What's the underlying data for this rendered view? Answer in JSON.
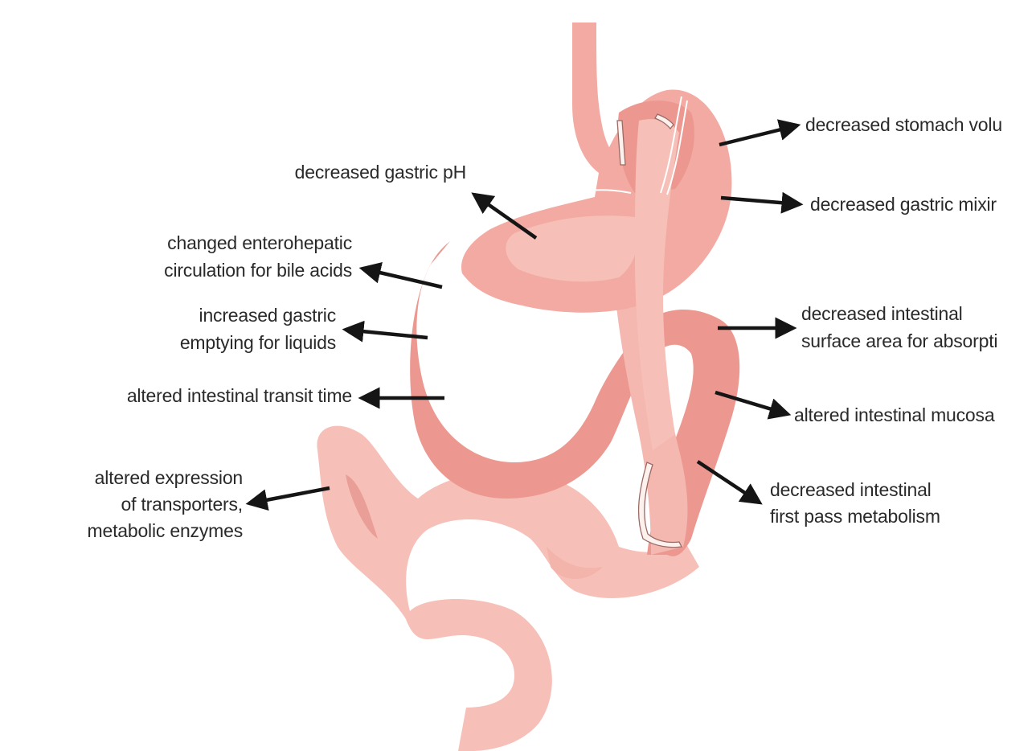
{
  "labels": {
    "stomach_volume": "decreased stomach volu",
    "gastric_mixing": "decreased gastric mixir",
    "gastric_ph": "decreased gastric pH",
    "enterohepatic_1": "changed enterohepatic",
    "enterohepatic_2": "circulation for bile acids",
    "emptying_1": "increased gastric",
    "emptying_2": "emptying for liquids",
    "transit": "altered intestinal transit time",
    "surface_1": "decreased intestinal",
    "surface_2": "surface area for absorpti",
    "mucosa": "altered intestinal mucosa",
    "first_pass_1": "decreased intestinal",
    "first_pass_2": "first pass metabolism",
    "expression_1": "altered expression",
    "expression_2": "of transporters,",
    "expression_3": "metabolic enzymes"
  },
  "colors": {
    "arrow": "#151515",
    "text": "#2a2a2a",
    "tissue_dark": "#ec9890",
    "tissue_mid": "#f2aaa2",
    "tissue_light": "#f6c0b8",
    "tissue_pale": "#f8ccc4"
  }
}
